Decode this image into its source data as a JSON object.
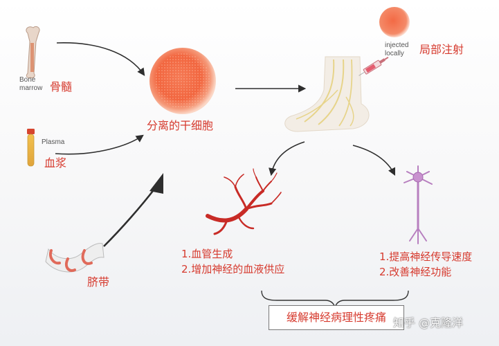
{
  "sources": {
    "bone_marrow": {
      "en": "Bone marrow",
      "en_line1": "Bone",
      "en_line2": "marrow",
      "zh": "骨髓"
    },
    "plasma": {
      "en": "Plasma",
      "zh": "血浆"
    },
    "umbilical": {
      "zh": "脐带"
    }
  },
  "stem_cell": {
    "label": "分离的干细胞"
  },
  "injection": {
    "en_line1": "injected",
    "en_line2": "locally",
    "zh": "局部注射"
  },
  "outcomes": {
    "left": [
      "1.血管生成",
      "2.增加神经的血液供应"
    ],
    "right": [
      "1.提高神经传导速度",
      "2.改善神经功能"
    ]
  },
  "conclusion": "缓解神经病理性疼痛",
  "watermark": "知乎 @克隆洋",
  "colors": {
    "accent_red": "#d63a2e",
    "cell_orange": "#f0704a",
    "arrow_dark": "#2e2e2e",
    "neuron_purple": "#b77fbf",
    "vessel_red": "#c82b26"
  }
}
